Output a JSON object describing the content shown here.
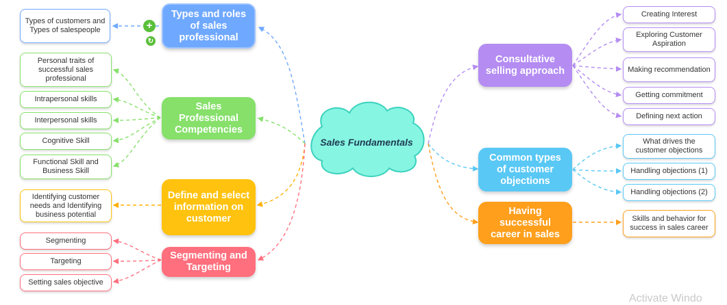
{
  "center": {
    "label": "Sales Fundamentals",
    "fill": "#86f5e2"
  },
  "branches": {
    "types_roles": {
      "label": "Types and roles of sales professional",
      "color": "#6fa8ff"
    },
    "competencies": {
      "label": "Sales Professional Competencies",
      "color": "#86e06a"
    },
    "define_info": {
      "label": "Define and select information on customer",
      "color": "#ffc20e"
    },
    "segmenting": {
      "label": "Segmenting and Targeting",
      "color": "#ff6f7d"
    },
    "consultative": {
      "label": "Consultative selling approach",
      "color": "#b48cf2"
    },
    "objections": {
      "label": "Common types of customer objections",
      "color": "#59c8f5"
    },
    "career": {
      "label": "Having successful career in sales",
      "color": "#ff9f1c"
    }
  },
  "leaves": {
    "types_customers": "Types of customers and Types of salespeople",
    "personal_traits": "Personal traits of successful sales professional",
    "intrapersonal": "Intrapersonal skills",
    "interpersonal": "Interpersonal skills",
    "cognitive": "Cognitive Skill",
    "functional": "Functional Skill and Business Skill",
    "identifying_needs": "Identifying customer needs and Identifying business potential",
    "seg": "Segmenting",
    "targeting": "Targeting",
    "setting_objective": "Setting sales objective",
    "creating_interest": "Creating Interest",
    "exploring_aspiration": "Exploring Customer Aspiration",
    "making_recommendation": "Making recommendation",
    "getting_commitment": "Getting commitment",
    "defining_next": "Defining next action",
    "what_drives": "What drives the customer objections",
    "handling_1": "Handling objections (1)",
    "handling_2": "Handling objections (2)",
    "skills_behavior": "Skills and behavior for success in sales career"
  },
  "icons": {
    "add": "plus-circle-icon",
    "sync": "sync-icon"
  },
  "watermark": "Activate Windo"
}
